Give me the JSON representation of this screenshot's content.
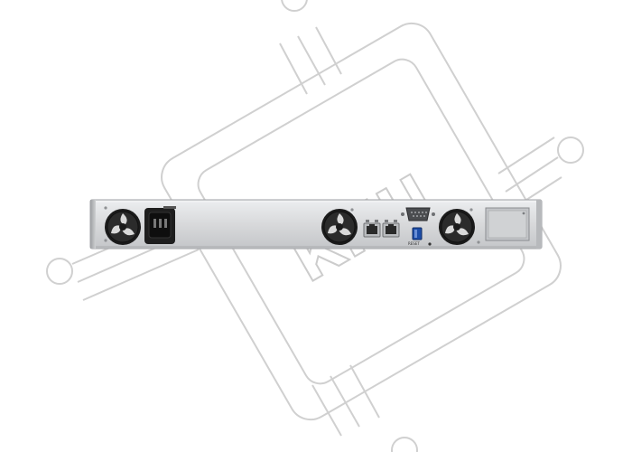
{
  "watermark": {
    "text": "КНЦ"
  },
  "device": {
    "type": "rackmount-nas-rear-panel",
    "reset_label": "RESET"
  },
  "colors": {
    "chassis": "#dadbdd",
    "chassis_edge": "#a8aaad",
    "fan_black": "#1b1b1b",
    "watermark": "#d0d0d0"
  },
  "icons": {
    "fan": "fan-icon",
    "power": "power-socket-icon",
    "ethernet": "ethernet-port-icon",
    "usb": "usb-port-icon",
    "serial": "serial-port-icon"
  }
}
